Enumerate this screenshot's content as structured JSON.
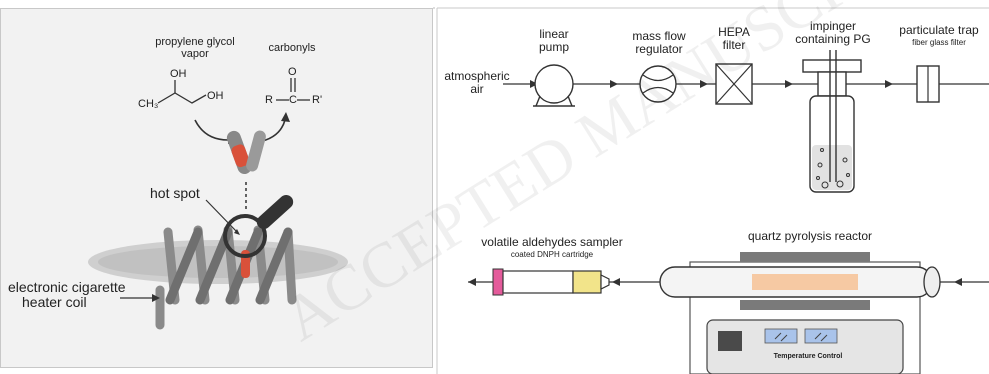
{
  "left": {
    "pg_label_line1": "propylene glycol",
    "pg_label_line2": "vapor",
    "carbonyls_label": "carbonyls",
    "oh1": "OH",
    "oh2": "OH",
    "ch3": "CH₃",
    "O": "O",
    "R": "R",
    "Rp": "R'",
    "C": "C",
    "hot_spot": "hot spot",
    "coil_line1": "electronic cigarette",
    "coil_line2": "heater coil"
  },
  "right": {
    "atm_line1": "atmospheric",
    "atm_line2": "air",
    "pump_line1": "linear",
    "pump_line2": "pump",
    "mfr_line1": "mass flow",
    "mfr_line2": "regulator",
    "hepa_line1": "HEPA",
    "hepa_line2": "filter",
    "imp_line1": "impinger",
    "imp_line2": "containing PG",
    "trap_line1": "particulate trap",
    "trap_line2": "fiber glass filter",
    "sampler_line1": "volatile aldehydes sampler",
    "sampler_line2": "coated DNPH cartridge",
    "reactor_label": "quartz pyrolysis reactor",
    "temp_control": "Temperature Control"
  },
  "watermark": "ACCEPTED MANUSCRIPT"
}
